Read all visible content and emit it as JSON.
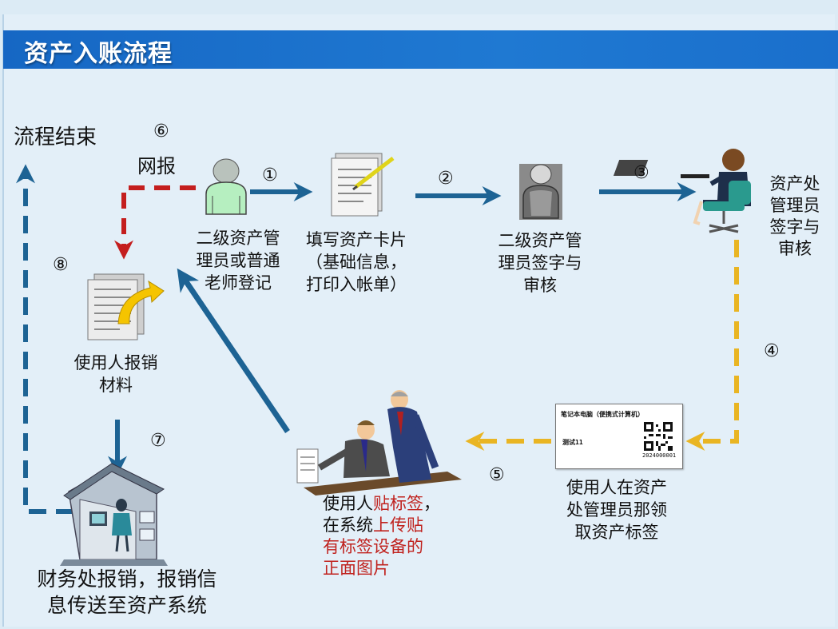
{
  "title": "资产入账流程",
  "end": "流程结束",
  "online_report": "网报",
  "steps": {
    "s1_label": [
      "二级资产管",
      "理员或普通",
      "老师登记"
    ],
    "s2_label": [
      "填写资产卡片",
      "（基础信息，",
      "打印入帐单）"
    ],
    "s3_label": [
      "二级资产管",
      "理员签字与",
      "审核"
    ],
    "s4_label": [
      "资产处",
      "管理员",
      "签字与",
      "审核"
    ],
    "s5_label": [
      "使用人在资产",
      "处管理员那领",
      "取资产标签"
    ],
    "s6_label": {
      "line1_a": "使用人",
      "line1_b": "贴标签",
      "line1_c": "，",
      "line2_a": "在系统",
      "line2_b": "上传贴",
      "line3": "有标签设备的",
      "line4": "正面图片"
    },
    "s7_label": [
      "使用人报销",
      "材料"
    ],
    "s8_label": [
      "财务处报销，报销信",
      "息传送至资产系统"
    ]
  },
  "numbers": {
    "n1": "①",
    "n2": "②",
    "n3": "③",
    "n4": "④",
    "n5": "⑤",
    "n6": "⑥",
    "n7": "⑦",
    "n8": "⑧"
  },
  "card": {
    "title": "笔记本电脑（便携式计算机）",
    "name": "测试11",
    "code": "2024000001"
  },
  "colors": {
    "blue_arrow": "#1d6394",
    "yellow_arrow": "#e9b523",
    "red_arrow": "#c41e1e",
    "title_bar": "#1b6fcc",
    "highlight_text": "#c0231f"
  },
  "icons": [
    "person-green-icon",
    "form-pen-icon",
    "person-gray-icon",
    "woman-laptop-icon",
    "document-arrow-icon",
    "meeting-icon",
    "house-computer-icon"
  ]
}
